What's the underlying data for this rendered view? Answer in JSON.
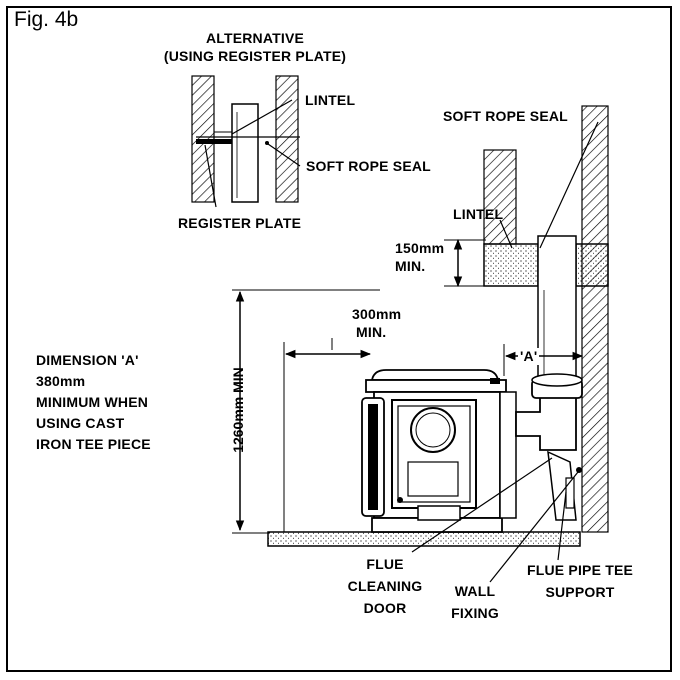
{
  "figure": {
    "label": "Fig. 4b"
  },
  "inset": {
    "title_line1": "ALTERNATIVE",
    "title_line2": "(USING REGISTER PLATE)",
    "lintel": "LINTEL",
    "soft_rope_seal": "SOFT ROPE SEAL",
    "register_plate": "REGISTER PLATE"
  },
  "main": {
    "soft_rope_seal": "SOFT ROPE SEAL",
    "lintel": "LINTEL",
    "gap_150_line1": "150mm",
    "gap_150_line2": "MIN.",
    "clearance_300_line1": "300mm",
    "clearance_300_line2": "MIN.",
    "dim_a_label": "'A'",
    "height_1260": "1260mm MIN",
    "dimension_note": [
      "DIMENSION 'A'",
      "380mm",
      "MINIMUM WHEN",
      "USING CAST",
      "IRON TEE PIECE"
    ],
    "flue_cleaning_door": [
      "FLUE",
      "CLEANING",
      "DOOR"
    ],
    "wall_fixing": [
      "WALL",
      "FIXING"
    ],
    "flue_pipe_tee_support": [
      "FLUE PIPE TEE",
      "SUPPORT"
    ]
  }
}
